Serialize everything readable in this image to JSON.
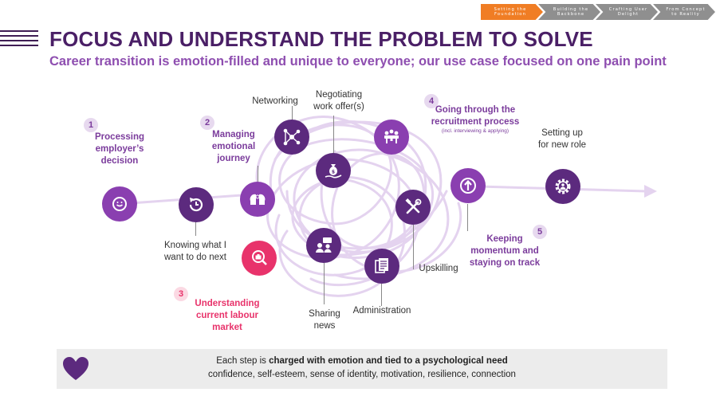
{
  "breadcrumb": [
    {
      "label": "Setting the Foundation",
      "active": true
    },
    {
      "label": "Building the Backbone",
      "active": false
    },
    {
      "label": "Crafting User Delight",
      "active": false
    },
    {
      "label": "From Concept to Reality",
      "active": false
    }
  ],
  "header": {
    "title": "FOCUS AND UNDERSTAND THE PROBLEM TO SOLVE",
    "subtitle": "Career transition is emotion-filled and unique to everyone; our use case focused on one pain point"
  },
  "steps": {
    "processing": {
      "number": "1",
      "line1": "Processing",
      "line2": "employer’s",
      "line3": "decision",
      "icon": "head-smile-icon"
    },
    "knowing": {
      "line1": "Knowing what I",
      "line2": "want to do next",
      "icon": "clock-arrow-icon"
    },
    "managing": {
      "number": "2",
      "line1": "Managing",
      "line2": "emotional",
      "line3": "journey",
      "icon": "two-heads-icon"
    },
    "understanding": {
      "number": "3",
      "line1": "Understanding",
      "line2": "current labour",
      "line3": "market",
      "icon": "search-briefcase-icon"
    },
    "networking": {
      "line1": "Networking",
      "icon": "network-icon"
    },
    "negotiating": {
      "line1": "Negotiating",
      "line2": "work offer(s)",
      "icon": "money-bag-hand-icon"
    },
    "sharing": {
      "line1": "Sharing",
      "line2": "news",
      "icon": "people-chat-icon"
    },
    "administration": {
      "line1": "Administration",
      "icon": "documents-icon"
    },
    "recruitment": {
      "number": "4",
      "line1": "Going through the",
      "line2": "recruitment process",
      "note": "(incl. interviewing & applying)",
      "icon": "meeting-table-icon"
    },
    "upskilling": {
      "line1": "Upskilling",
      "icon": "tools-icon"
    },
    "momentum": {
      "number": "5",
      "line1": "Keeping",
      "line2": "momentum and",
      "line3": "staying on track",
      "icon": "up-arrow-icon"
    },
    "setting": {
      "line1": "Setting up",
      "line2": "for new role",
      "icon": "gear-person-icon"
    }
  },
  "footer": {
    "line1_prefix": "Each step is ",
    "line1_bold": "charged with emotion and tied to a psychological need",
    "line2": "confidence, self-esteem, sense of identity, motivation, resilience, connection",
    "icon": "heart-icon"
  },
  "colors": {
    "primary_dark": "#4a1f66",
    "node_purple": "#5c2a7e",
    "accent_purple": "#7b3c9c",
    "accent_pink": "#e8336b",
    "breadcrumb_active": "#f07d24",
    "breadcrumb_inactive": "#8f8f8f"
  }
}
